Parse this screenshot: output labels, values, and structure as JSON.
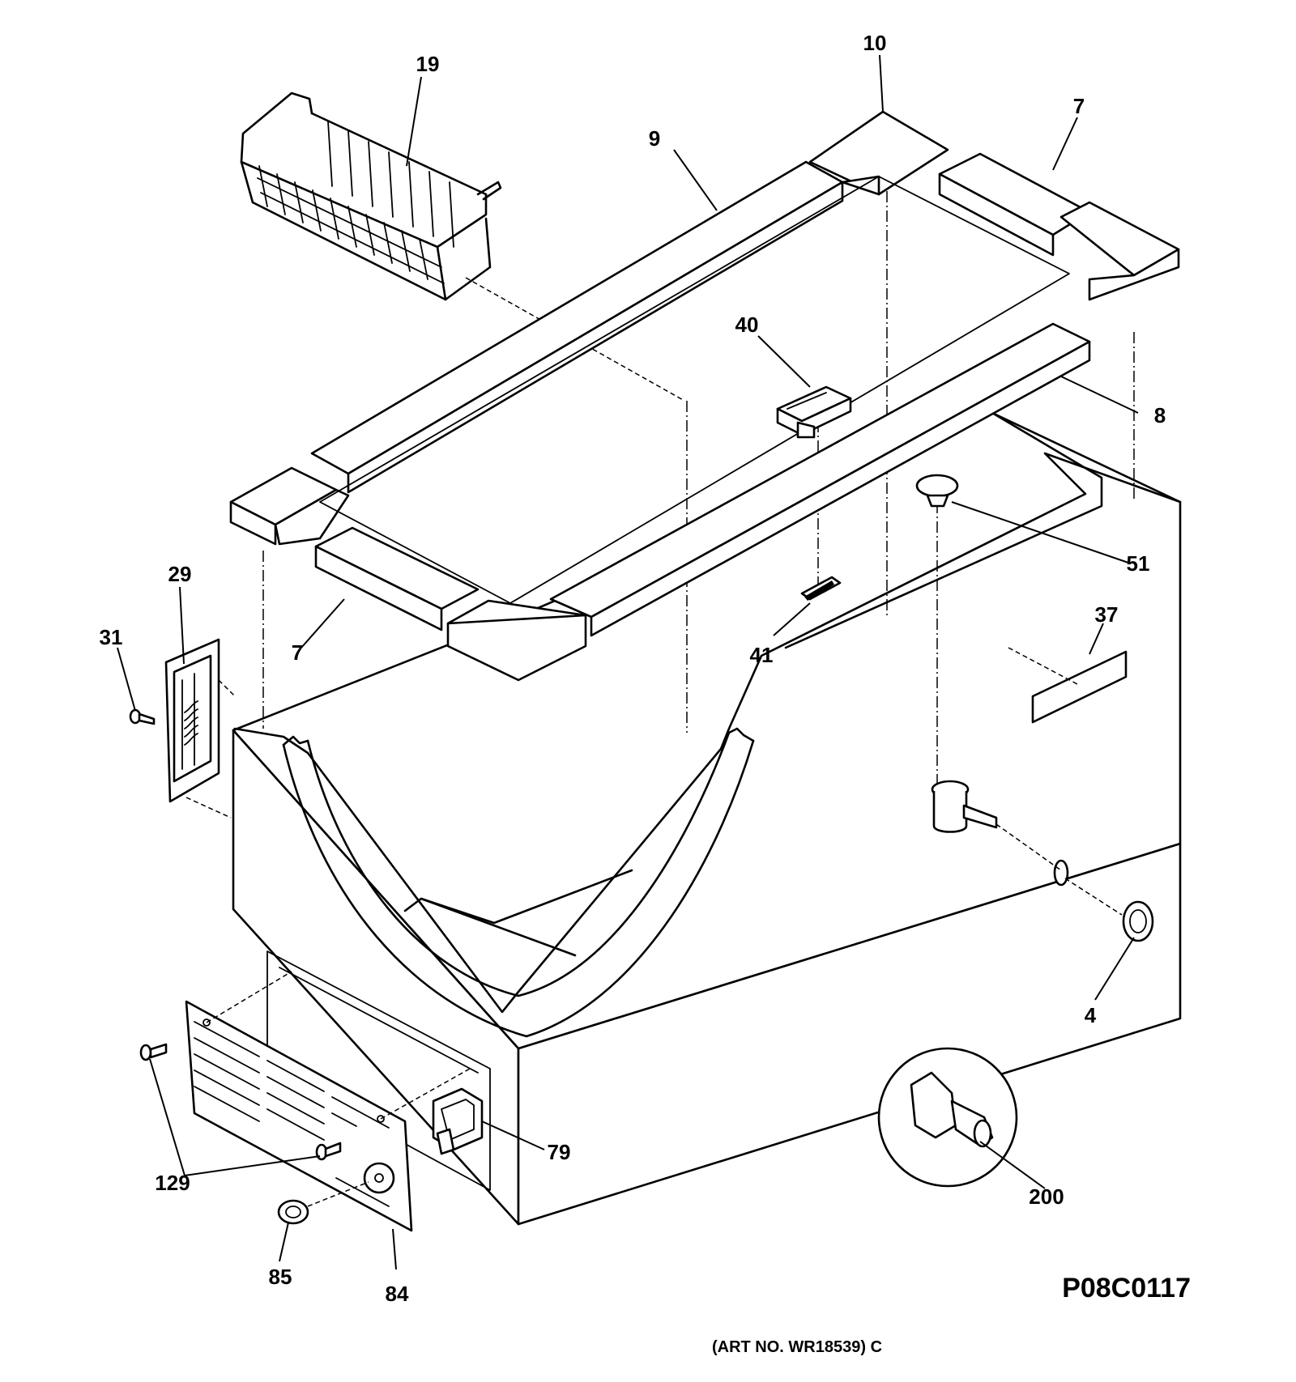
{
  "diagram": {
    "parts": [
      {
        "id": "19",
        "label": "19"
      },
      {
        "id": "10",
        "label": "10"
      },
      {
        "id": "7-top",
        "label": "7"
      },
      {
        "id": "9",
        "label": "9"
      },
      {
        "id": "40",
        "label": "40"
      },
      {
        "id": "8",
        "label": "8"
      },
      {
        "id": "51",
        "label": "51"
      },
      {
        "id": "29",
        "label": "29"
      },
      {
        "id": "31",
        "label": "31"
      },
      {
        "id": "7-bottom",
        "label": "7"
      },
      {
        "id": "41",
        "label": "41"
      },
      {
        "id": "37",
        "label": "37"
      },
      {
        "id": "4",
        "label": "4"
      },
      {
        "id": "129",
        "label": "129"
      },
      {
        "id": "79",
        "label": "79"
      },
      {
        "id": "200",
        "label": "200"
      },
      {
        "id": "85",
        "label": "85"
      },
      {
        "id": "84",
        "label": "84"
      }
    ],
    "drawing_code": "P08C0117",
    "art_number": "(ART NO. WR18539) C"
  }
}
